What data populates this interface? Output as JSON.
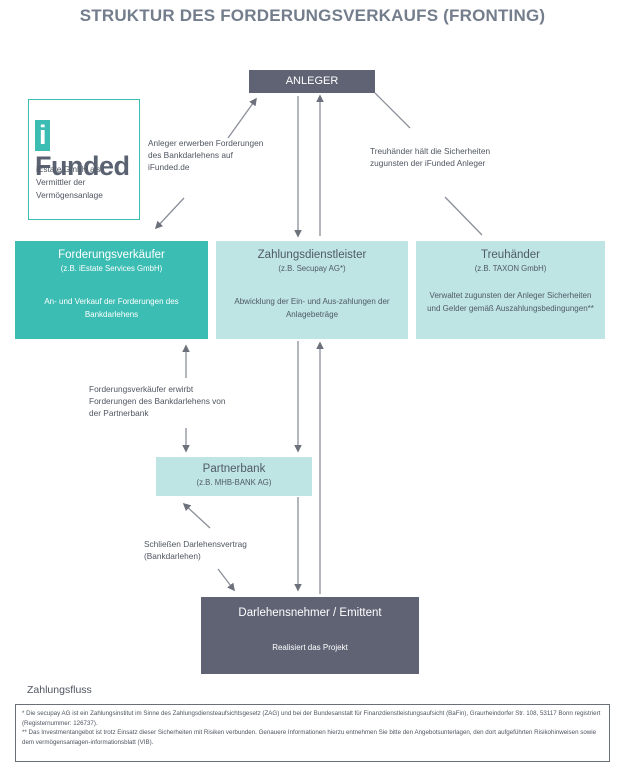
{
  "title": "STRUKTUR DES FORDERUNGSVERKAUFS (FRONTING)",
  "nodes": {
    "anleger": {
      "title": "ANLEGER"
    },
    "forderungsverkaeufer": {
      "title": "Forderungsverkäufer",
      "subtitle": "(z.B. iEstate Services GmbH)",
      "desc": "An- und Verkauf der Forderungen des Bankdarlehens"
    },
    "zahlungsdienstleister": {
      "title": "Zahlungsdienstleister",
      "subtitle": "(z.B. Secupay AG*)",
      "desc": "Abwicklung der Ein- und Aus-zahlungen der Anlagebeträge"
    },
    "treuhaender": {
      "title": "Treuhänder",
      "subtitle": "(z.B. TAXON GmbH)",
      "desc": "Verwaltet zugunsten der Anleger Sicherheiten und Gelder gemäß Auszahlungsbedingungen**"
    },
    "partnerbank": {
      "title": "Partnerbank",
      "subtitle": "(z.B. MHB-BANK AG)"
    },
    "darlehensnehmer": {
      "title": "Darlehensnehmer / Emittent",
      "desc": "Realisiert das Projekt"
    }
  },
  "logo": {
    "brand_i": "i",
    "brand_rest": "Funded",
    "caption": "iEstate GmbH als Vermittler der Vermögensanlage"
  },
  "annotations": {
    "anleger_erwerben": "Anleger erwerben Forderungen des Bankdarlehens auf iFunded.de",
    "treuhaender_haelt": "Treuhänder hält die Sicherheiten zugunsten der iFunded Anleger",
    "verkaeufer_erwirbt": "Forderungsverkäufer erwirbt Forderungen des Bankdarlehens von der Partnerbank",
    "darlehensvertrag": "Schließen Darlehensvertrag (Bankdarlehen)"
  },
  "legend": "Zahlungsfluss",
  "footnote": {
    "line1": "* Die secupay AG ist ein Zahlungsinstitut im Sinne des Zahlungsdiensteaufsichtsgesetz (ZAG) und bei der Bundesanstalt für Finanzdienstleistungsaufsicht (BaFin), Graurheindorfer Str. 108, 53117 Bonn registriert (Registernummer: 126737).",
    "line2": "** Das Investmentangebot ist trotz Einsatz dieser Sicherheiten mit Risiken verbunden. Genauere Informationen hierzu entnehmen Sie bitte den Angebotsunterlagen, den dort aufgeführten Risikohinweisen sowie dem vermögensanlagen-informationsblatt (VIB)."
  },
  "colors": {
    "dark_box": "#5f6374",
    "teal_box": "#3bbdb3",
    "light_box": "#bfe4e4",
    "arrow": "#8a8f99",
    "title": "#737d8c"
  }
}
